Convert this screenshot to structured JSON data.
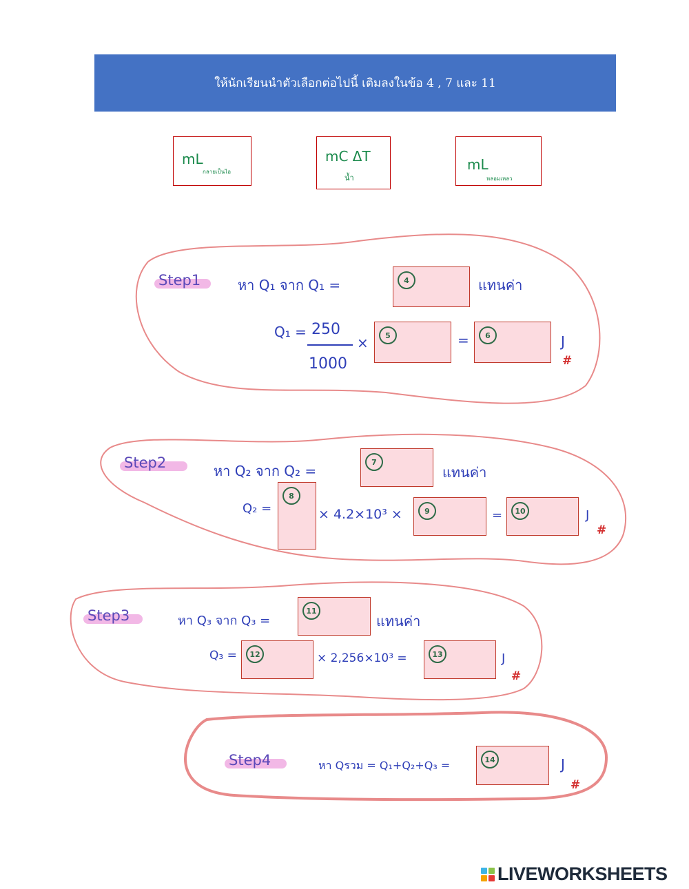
{
  "banner": {
    "text": "ให้นักเรียนนำตัวเลือกต่อไปนี้ เติมลงในข้อ 4 , 7 และ 11"
  },
  "choices": [
    {
      "main": "mL",
      "sub": "กลายเป็นไอ"
    },
    {
      "main": "mC ΔT",
      "sub": "น้ำ"
    },
    {
      "main": "mL",
      "sub": "หลอมเหลว"
    }
  ],
  "step1": {
    "label": "Step1",
    "line1": "หา Q₁  จาก  Q₁ =",
    "replace": "แทนค่า",
    "q1": "Q₁ =",
    "numerator": "250",
    "denominator": "1000",
    "times": "×",
    "equals": "=",
    "unit": "J",
    "end_mark": "#",
    "box4": "4",
    "box5": "5",
    "box6": "6"
  },
  "step2": {
    "label": "Step2",
    "line1": "หา Q₂  จาก  Q₂ =",
    "replace": "แทนค่า",
    "q2": "Q₂ =",
    "mid": "× 4.2×10³ ×",
    "equals": "=",
    "unit": "J",
    "end_mark": "#",
    "box7": "7",
    "box8": "8",
    "box9": "9",
    "box10": "10"
  },
  "step3": {
    "label": "Step3",
    "line1": "หา Q₃  จาก  Q₃ =",
    "replace": "แทนค่า",
    "q3": "Q₃ =",
    "mid": "× 2,256×10³ =",
    "unit": "J",
    "end_mark": "#",
    "box11": "11",
    "box12": "12",
    "box13": "13"
  },
  "step4": {
    "label": "Step4",
    "line1": "หา Qรวม = Q₁+Q₂+Q₃ =",
    "unit": "J",
    "end_mark": "#",
    "box14": "14"
  },
  "logo": {
    "text": "LIVEWORKSHEETS"
  },
  "colors": {
    "banner": "#4472c4",
    "ink": "#2f3fb8",
    "box_fill": "#fcdbe0",
    "box_border": "#c0392b",
    "blob": "#e88a8a"
  }
}
